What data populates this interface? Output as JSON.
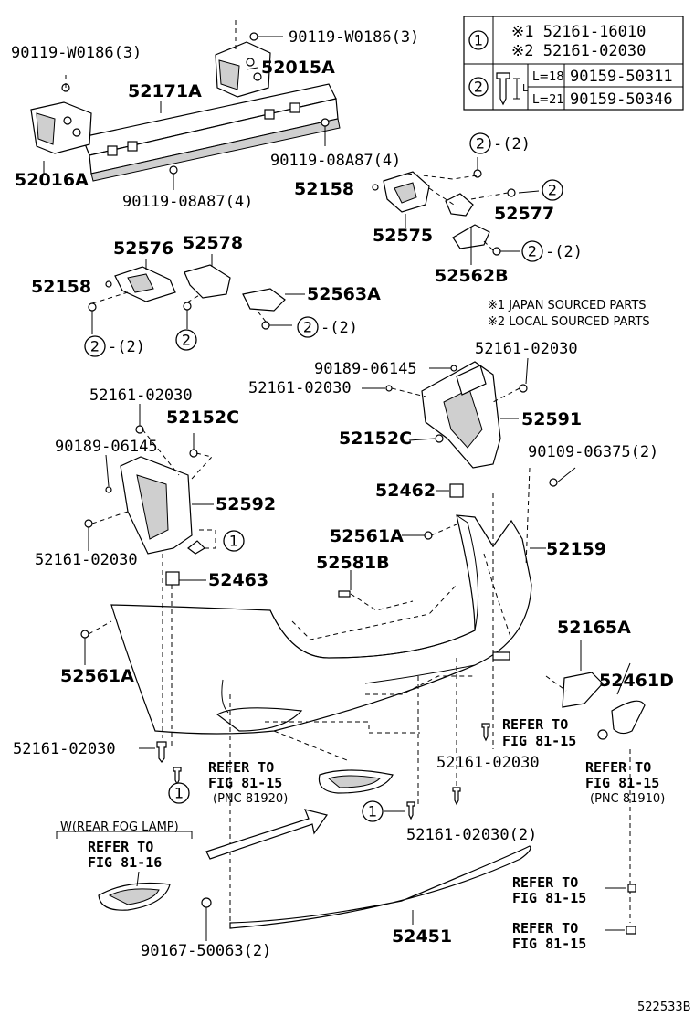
{
  "labels": {
    "p90119_w0186_left": "90119-W0186(3)",
    "p90119_w0186_right": "90119-W0186(3)",
    "p52015a": "52015A",
    "p52171a": "52171A",
    "p52016a": "52016A",
    "p90119_08a87_a": "90119-08A87(4)",
    "p90119_08a87_b": "90119-08A87(4)",
    "p52158_a": "52158",
    "p52575": "52575",
    "p52577": "52577",
    "p52562b": "52562B",
    "p52576": "52576",
    "p52578": "52578",
    "p52158_b": "52158",
    "p52563a": "52563A",
    "p90189_06145_a": "90189-06145",
    "p52161_02030_a": "52161-02030",
    "p52161_02030_b": "52161-02030",
    "p52591": "52591",
    "p52152c_a": "52152C",
    "p52161_02030_c": "52161-02030",
    "p52152c_b": "52152C",
    "p90189_06145_b": "90189-06145",
    "p90109_06375": "90109-06375(2)",
    "p52462": "52462",
    "p52592": "52592",
    "p52561a_a": "52561A",
    "p52159": "52159",
    "p52161_02030_d": "52161-02030",
    "p52581b": "52581B",
    "p52463": "52463",
    "p52561a_b": "52561A",
    "p52165a": "52165A",
    "p52461d": "52461D",
    "p52161_02030_e": "52161-02030",
    "p52161_02030_f": "52161-02030",
    "p52161_02030_g": "52161-02030(2)",
    "p52451": "52451",
    "p90167_50063": "90167-50063(2)",
    "diagram_id": "522533B"
  },
  "qty2": "-(2)",
  "callouts": {
    "c1": "1",
    "c2": "2"
  },
  "notes": {
    "n1": "※1  JAPAN SOURCED PARTS",
    "n2": "※2  LOCAL SOURCED PARTS"
  },
  "table": {
    "row1_idx": "1",
    "row1_a": "※1 52161-16010",
    "row1_b": "※2 52161-02030",
    "row2_idx": "2",
    "row2_l18": "L=18",
    "row2_l21": "L=21",
    "row2_p1": "90159-50311",
    "row2_p2": "90159-50346",
    "row2_L": "L"
  },
  "refs": {
    "r1_a": "REFER TO",
    "r1_b": "FIG 81-15",
    "r2_a": "REFER TO",
    "r2_b": "FIG 81-15",
    "r2_c": "(PNC 81910)",
    "r3_a": "REFER TO",
    "r3_b": "FIG 81-15",
    "r3_c": "(PNC 81920)",
    "r4_title": "W(REAR FOG LAMP)",
    "r4_a": "REFER TO",
    "r4_b": "FIG 81-16",
    "r5_a": "REFER TO",
    "r5_b": "FIG 81-15",
    "r6_a": "REFER TO",
    "r6_b": "FIG 81-15"
  }
}
